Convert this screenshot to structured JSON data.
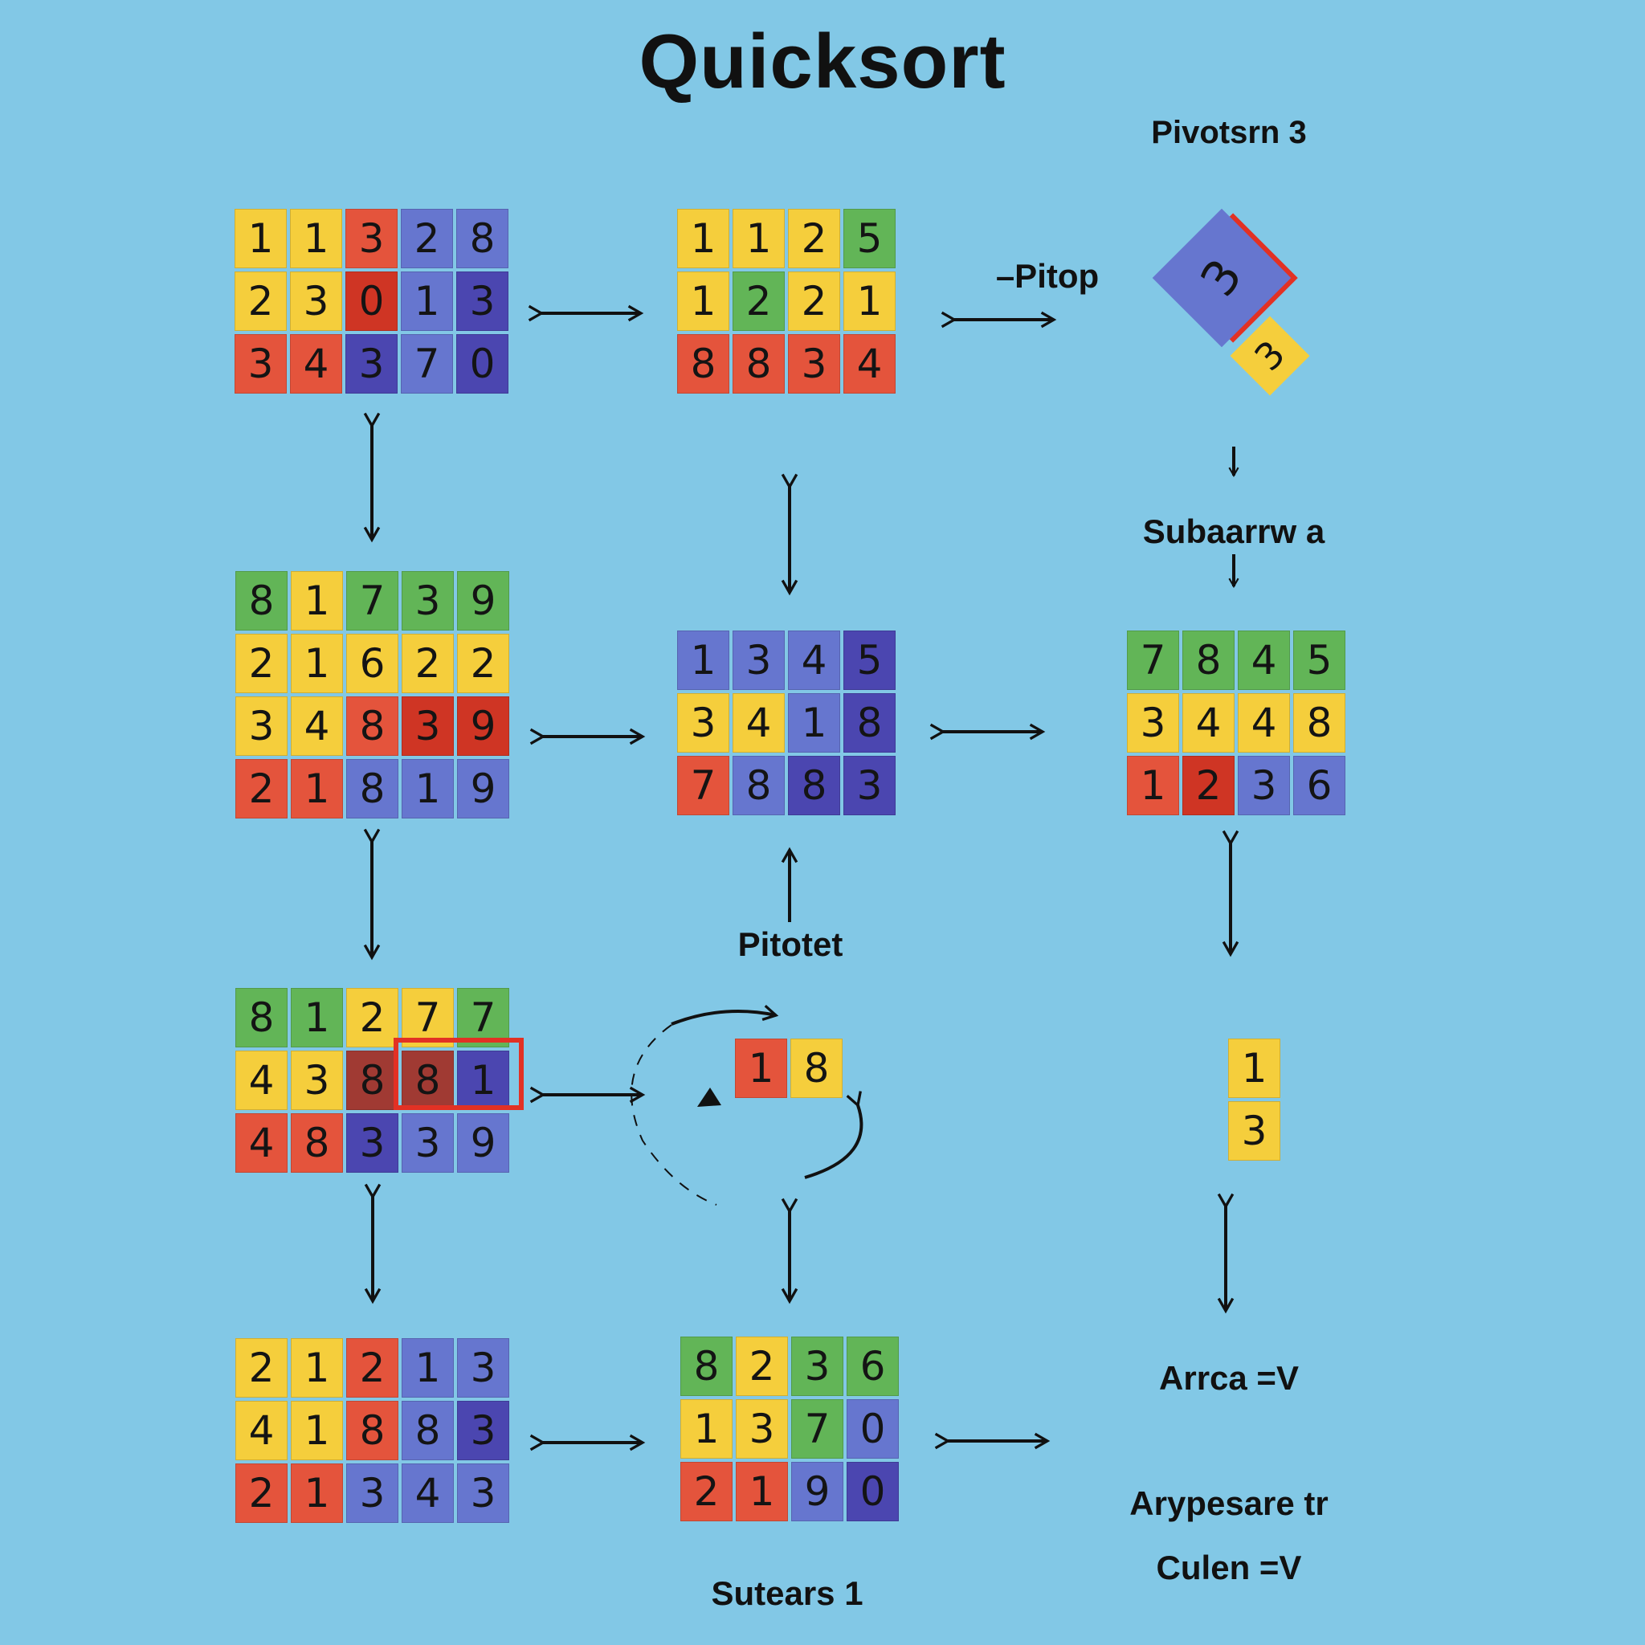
{
  "title": "Quicksort",
  "labels": {
    "pivots": "Pivotsrn 3",
    "pitop": "–Pitop",
    "subarrw": "Subaarrw a",
    "pitotet": "Pitotet",
    "arrca": "Arrca =V",
    "arypesare": "Arypesare tr",
    "culen": "Culen =V",
    "sutears": "Sutears 1"
  },
  "pivot": {
    "big": "3",
    "small": "3"
  },
  "grids": [
    {
      "id": "r1c1",
      "rows": [
        [
          [
            "1",
            "y"
          ],
          [
            "1",
            "y"
          ],
          [
            "3",
            "r"
          ],
          [
            "2",
            "b"
          ],
          [
            "8",
            "b"
          ]
        ],
        [
          [
            "2",
            "y"
          ],
          [
            "3",
            "y"
          ],
          [
            "0",
            "d"
          ],
          [
            "1",
            "b"
          ],
          [
            "3",
            "n"
          ]
        ],
        [
          [
            "3",
            "r"
          ],
          [
            "4",
            "r"
          ],
          [
            "3",
            "n"
          ],
          [
            "7",
            "b"
          ],
          [
            "0",
            "n"
          ]
        ]
      ]
    },
    {
      "id": "r1c2",
      "rows": [
        [
          [
            "1",
            "y"
          ],
          [
            "1",
            "y"
          ],
          [
            "2",
            "y"
          ],
          [
            "5",
            "g"
          ]
        ],
        [
          [
            "1",
            "y"
          ],
          [
            "2",
            "g"
          ],
          [
            "2",
            "y"
          ],
          [
            "1",
            "y"
          ]
        ],
        [
          [
            "8",
            "r"
          ],
          [
            "8",
            "r"
          ],
          [
            "3",
            "r"
          ],
          [
            "4",
            "r"
          ]
        ]
      ]
    },
    {
      "id": "r2c1",
      "rows": [
        [
          [
            "8",
            "g"
          ],
          [
            "1",
            "y"
          ],
          [
            "7",
            "g"
          ],
          [
            "3",
            "g"
          ],
          [
            "9",
            "g"
          ]
        ],
        [
          [
            "2",
            "y"
          ],
          [
            "1",
            "y"
          ],
          [
            "6",
            "y"
          ],
          [
            "2",
            "y"
          ],
          [
            "2",
            "y"
          ]
        ],
        [
          [
            "3",
            "y"
          ],
          [
            "4",
            "y"
          ],
          [
            "8",
            "r"
          ],
          [
            "3",
            "d"
          ],
          [
            "9",
            "d"
          ]
        ],
        [
          [
            "2",
            "r"
          ],
          [
            "1",
            "r"
          ],
          [
            "8",
            "b"
          ],
          [
            "1",
            "b"
          ],
          [
            "9",
            "b"
          ]
        ]
      ]
    },
    {
      "id": "r2c2",
      "rows": [
        [
          [
            "1",
            "b"
          ],
          [
            "3",
            "b"
          ],
          [
            "4",
            "b"
          ],
          [
            "5",
            "n"
          ]
        ],
        [
          [
            "3",
            "y"
          ],
          [
            "4",
            "y"
          ],
          [
            "1",
            "b"
          ],
          [
            "8",
            "n"
          ]
        ],
        [
          [
            "7",
            "r"
          ],
          [
            "8",
            "b"
          ],
          [
            "8",
            "n"
          ],
          [
            "3",
            "n"
          ]
        ]
      ]
    },
    {
      "id": "r2c3",
      "rows": [
        [
          [
            "7",
            "g"
          ],
          [
            "8",
            "g"
          ],
          [
            "4",
            "g"
          ],
          [
            "5",
            "g"
          ]
        ],
        [
          [
            "3",
            "y"
          ],
          [
            "4",
            "y"
          ],
          [
            "4",
            "y"
          ],
          [
            "8",
            "y"
          ]
        ],
        [
          [
            "1",
            "r"
          ],
          [
            "2",
            "d"
          ],
          [
            "3",
            "b"
          ],
          [
            "6",
            "b"
          ]
        ]
      ]
    },
    {
      "id": "r3c1",
      "rows": [
        [
          [
            "8",
            "g"
          ],
          [
            "1",
            "g"
          ],
          [
            "2",
            "y"
          ],
          [
            "7",
            "y"
          ],
          [
            "7",
            "g"
          ]
        ],
        [
          [
            "4",
            "y"
          ],
          [
            "3",
            "y"
          ],
          [
            "8",
            "m"
          ],
          [
            "8",
            "m"
          ],
          [
            "1",
            "n"
          ]
        ],
        [
          [
            "4",
            "r"
          ],
          [
            "8",
            "r"
          ],
          [
            "3",
            "n"
          ],
          [
            "3",
            "b"
          ],
          [
            "9",
            "b"
          ]
        ]
      ]
    },
    {
      "id": "r3c2",
      "rows": [
        [
          [
            "1",
            "r"
          ],
          [
            "8",
            "y"
          ]
        ]
      ]
    },
    {
      "id": "r3c3",
      "rows": [
        [
          [
            "1",
            "y"
          ]
        ],
        [
          [
            "3",
            "y"
          ]
        ]
      ]
    },
    {
      "id": "r4c1",
      "rows": [
        [
          [
            "2",
            "y"
          ],
          [
            "1",
            "y"
          ],
          [
            "2",
            "r"
          ],
          [
            "1",
            "b"
          ],
          [
            "3",
            "b"
          ]
        ],
        [
          [
            "4",
            "y"
          ],
          [
            "1",
            "y"
          ],
          [
            "8",
            "r"
          ],
          [
            "8",
            "b"
          ],
          [
            "3",
            "n"
          ]
        ],
        [
          [
            "2",
            "r"
          ],
          [
            "1",
            "r"
          ],
          [
            "3",
            "b"
          ],
          [
            "4",
            "b"
          ],
          [
            "3",
            "b"
          ]
        ]
      ]
    },
    {
      "id": "r4c2",
      "rows": [
        [
          [
            "8",
            "g"
          ],
          [
            "2",
            "y"
          ],
          [
            "3",
            "g"
          ],
          [
            "6",
            "g"
          ]
        ],
        [
          [
            "1",
            "y"
          ],
          [
            "3",
            "y"
          ],
          [
            "7",
            "g"
          ],
          [
            "0",
            "b"
          ]
        ],
        [
          [
            "2",
            "r"
          ],
          [
            "1",
            "r"
          ],
          [
            "9",
            "b"
          ],
          [
            "0",
            "n"
          ]
        ]
      ]
    }
  ],
  "colors": {
    "y": "#f5ce3c",
    "r": "#e4543c",
    "g": "#62b557",
    "b": "#6676cf",
    "n": "#4b46b0",
    "d": "#cf3524",
    "m": "#a03a33",
    "background": "#82c8e6",
    "highlight": "#e23124"
  }
}
